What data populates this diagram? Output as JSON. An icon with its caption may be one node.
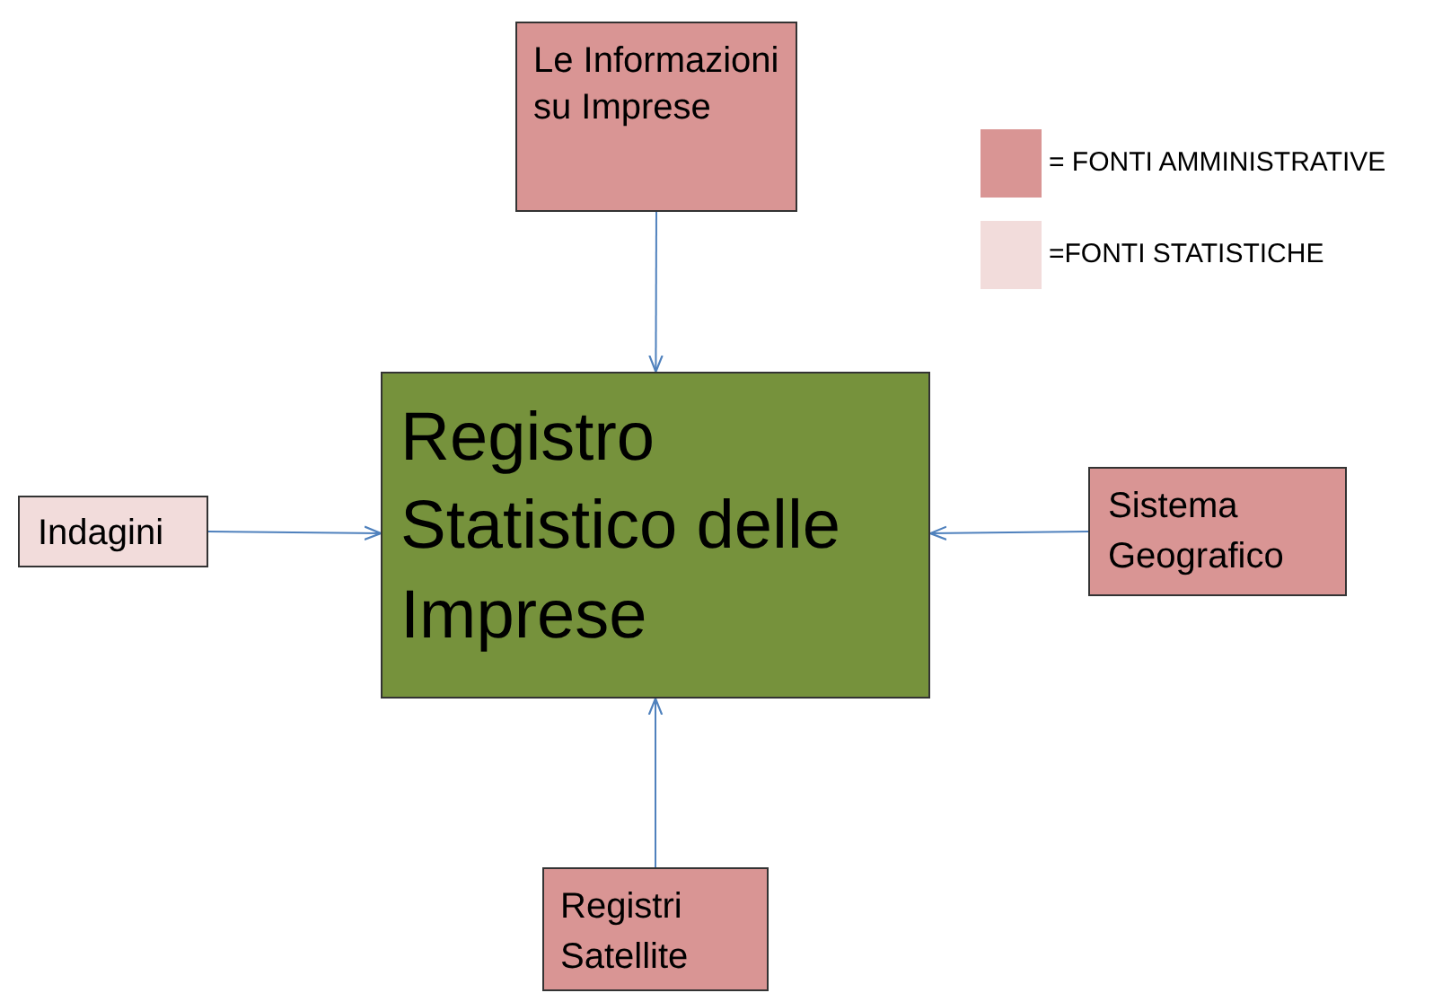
{
  "diagram": {
    "nodes": [
      {
        "text": [
          "Le Informazioni su Imprese"
        ]
      },
      {
        "text": [
          "Indagini"
        ]
      },
      {
        "text": [
          "Registro Statistico delle Imprese"
        ]
      },
      {
        "text": [
          "Sistema Geografico"
        ]
      },
      {
        "text": [
          "Registri Satellite"
        ]
      }
    ],
    "edges": [
      {
        "from": 0,
        "to": 2,
        "arrow": "to"
      },
      {
        "from": 1,
        "to": 2,
        "arrow": "to"
      },
      {
        "from": 3,
        "to": 2,
        "arrow": "to"
      },
      {
        "from": 4,
        "to": 2,
        "arrow": "to"
      }
    ],
    "legend": [
      {
        "text": "= FONTI AMMINISTRATIVE",
        "color": "#d99594"
      },
      {
        "text": "=FONTI STATISTICHE",
        "color": "#f2dcdb"
      }
    ]
  }
}
